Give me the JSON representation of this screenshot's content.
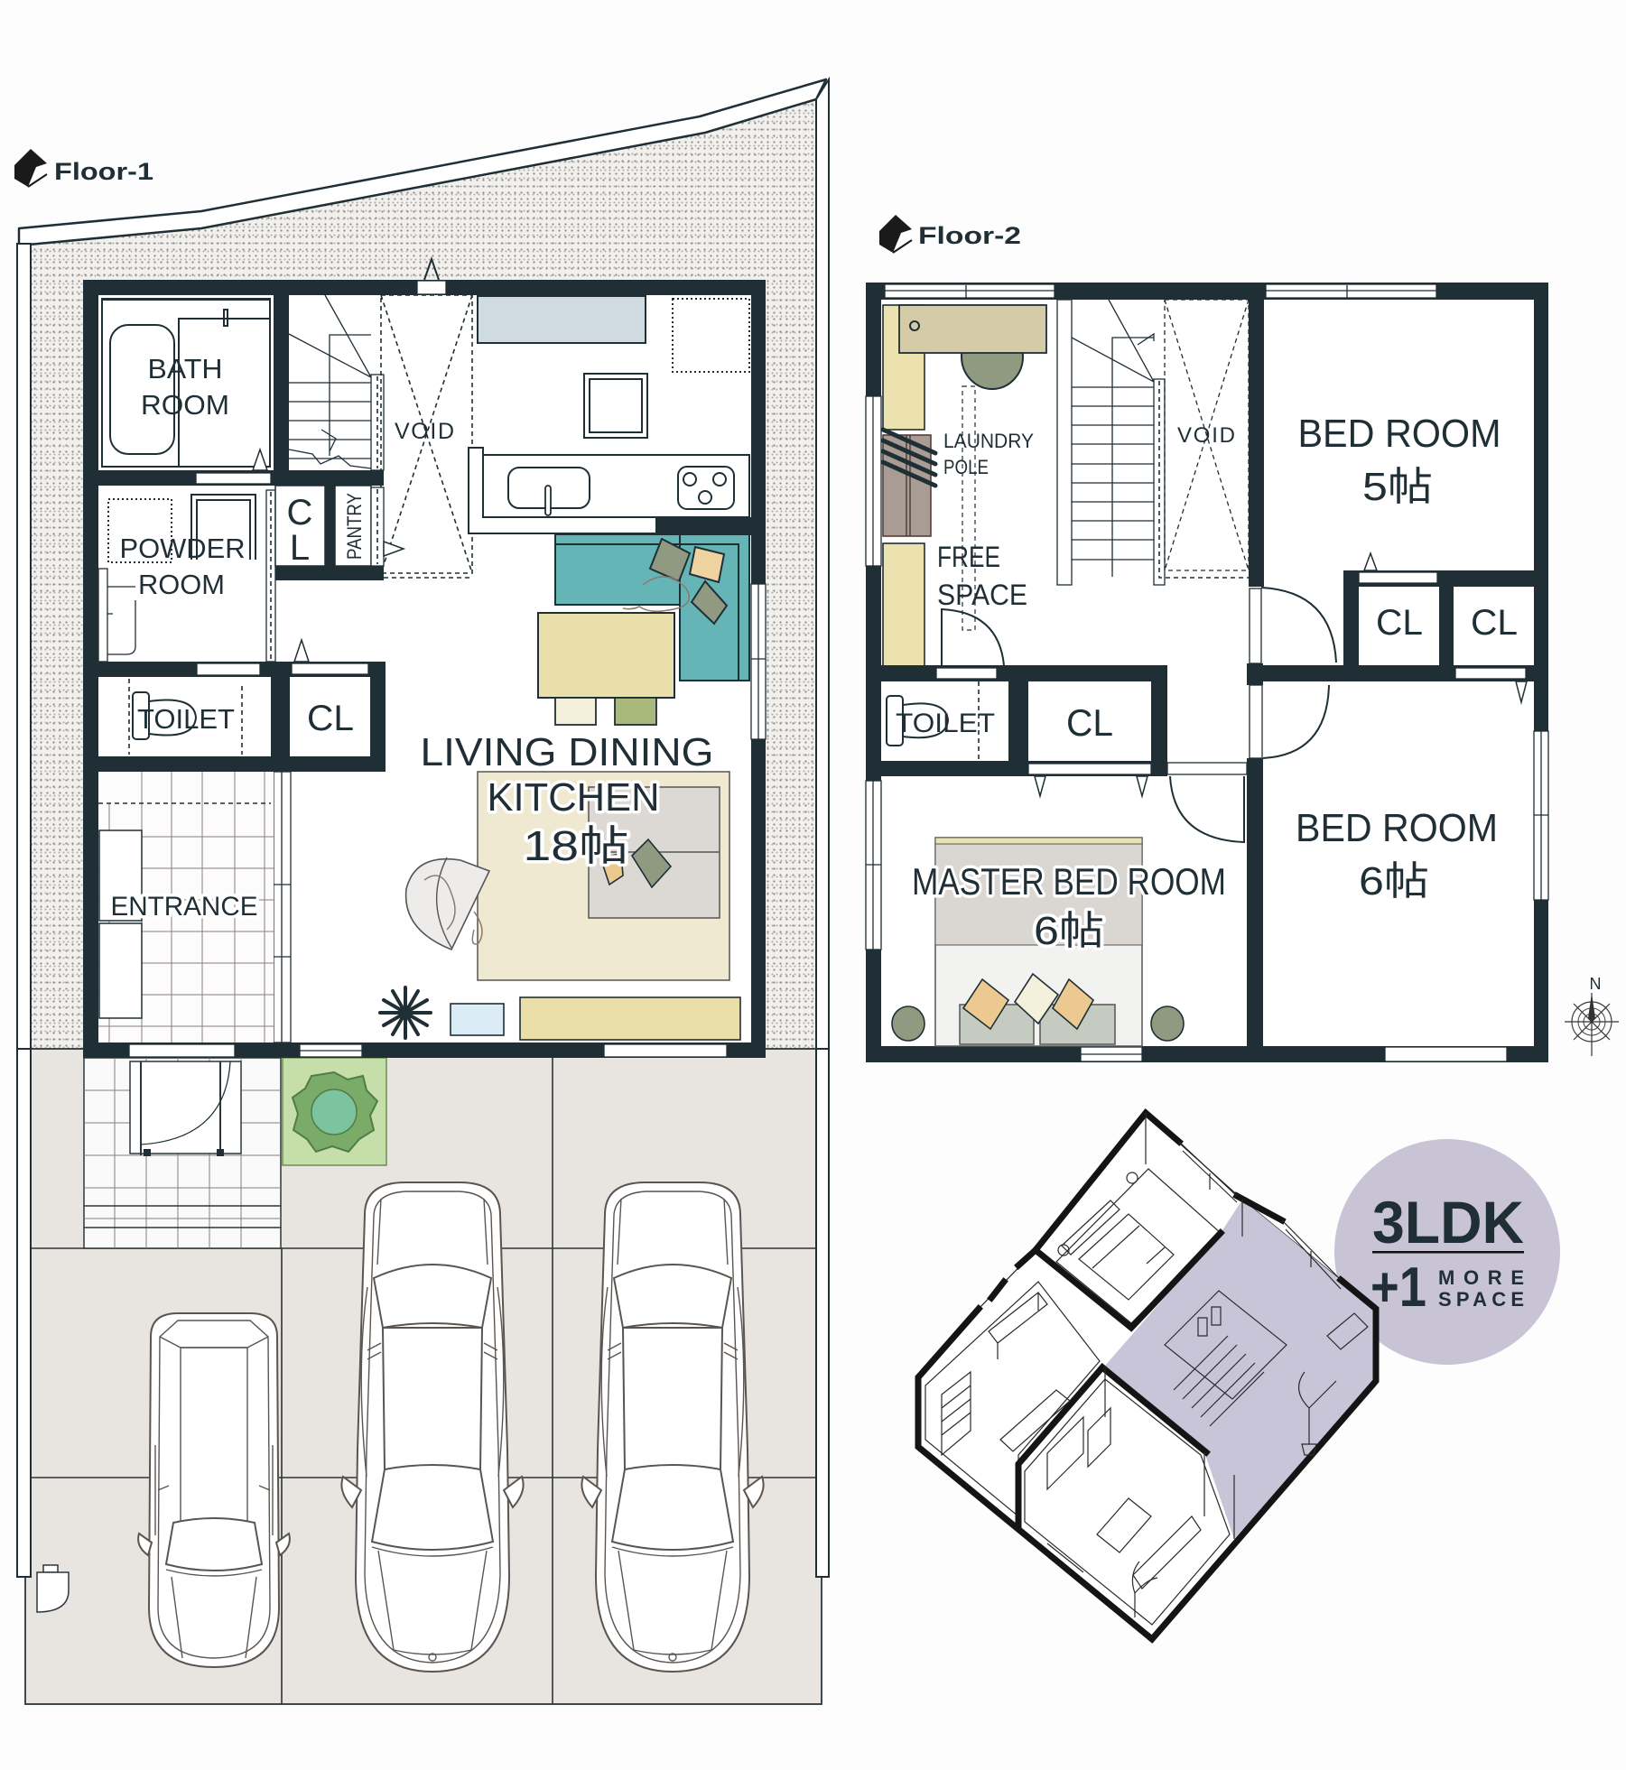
{
  "floor1": {
    "title": "Floor-1",
    "labels": {
      "bath_room": [
        "BATH",
        "ROOM"
      ],
      "void": "VOID",
      "powder_room": [
        "POWDER",
        "ROOM"
      ],
      "closet_vertical": [
        "C",
        "L"
      ],
      "pantry": "PANTRY",
      "toilet": "TOILET",
      "closet": "CL",
      "living_dining_kitchen": [
        "LIVING DINING",
        "KITCHEN",
        "18帖"
      ],
      "entrance": "ENTRANCE"
    }
  },
  "floor2": {
    "title": "Floor-2",
    "labels": {
      "laundry_pole": [
        "LAUNDRY",
        "POLE"
      ],
      "free_space": [
        "FREE",
        "SPACE"
      ],
      "void": "VOID",
      "bed_room_5": [
        "BED ROOM",
        "5帖"
      ],
      "closet_a": "CL",
      "closet_b": "CL",
      "toilet": "TOILET",
      "closet": "CL",
      "master_bed_room": [
        "MASTER BED ROOM",
        "6帖"
      ],
      "bed_room_6": [
        "BED ROOM",
        "6帖"
      ]
    }
  },
  "compass": {
    "north_label": "N"
  },
  "badge": {
    "layout": "3LDK",
    "plus": "+1",
    "extra": [
      "MORE",
      "SPACE"
    ]
  },
  "colors": {
    "wall": "#1f2f35",
    "badge_circle": "#c8c4d6",
    "sofa_teal": "#66b5b6",
    "table_beige": "#e9dfab",
    "concrete": "#e8e4e0",
    "planter_green": "#c6dfaa",
    "iso_highlight": "#c9c5d8"
  }
}
